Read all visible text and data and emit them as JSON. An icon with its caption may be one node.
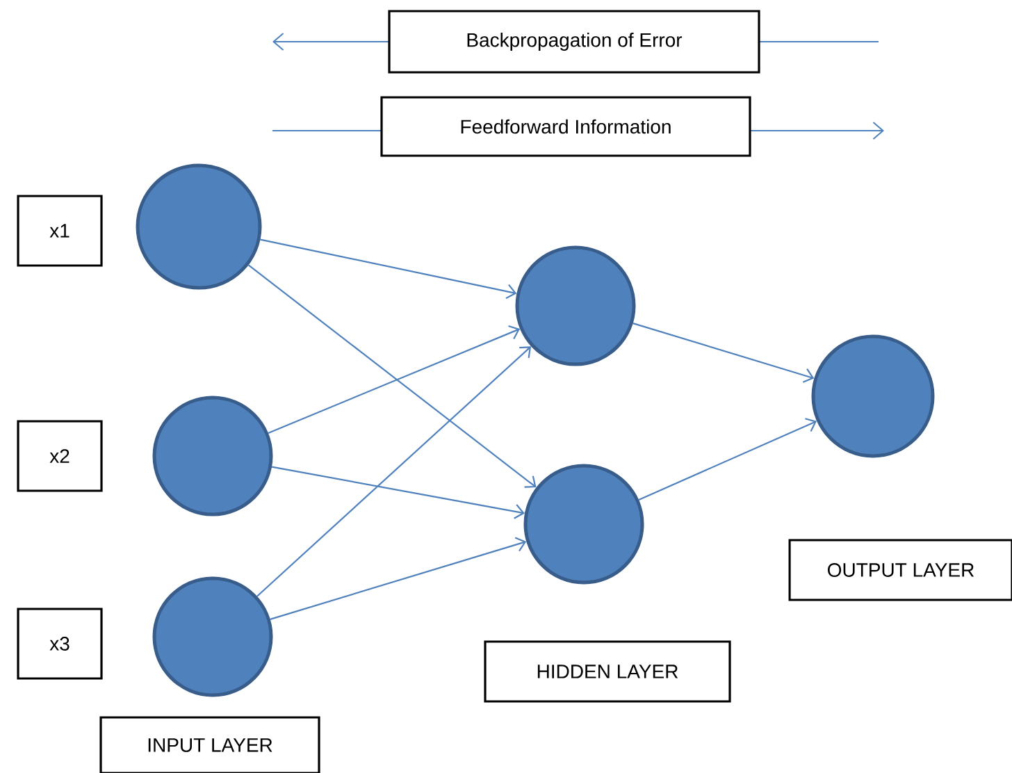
{
  "diagram": {
    "nodes": [
      {
        "text": [
          "Backpropagation of Error"
        ]
      },
      {
        "text": [
          "Feedforward Information"
        ]
      },
      {
        "text": [
          "x1"
        ]
      },
      {
        "text": [
          "x2"
        ]
      },
      {
        "text": [
          "x3"
        ]
      },
      {
        "text": [
          "INPUT LAYER"
        ]
      },
      {
        "text": [
          "HIDDEN LAYER"
        ]
      },
      {
        "text": [
          "OUTPUT LAYER"
        ]
      },
      {
        "text": [],
        "shape": "circle"
      },
      {
        "text": [],
        "shape": "circle"
      },
      {
        "text": [],
        "shape": "circle"
      },
      {
        "text": [],
        "shape": "circle"
      },
      {
        "text": [],
        "shape": "circle"
      },
      {
        "text": [],
        "shape": "circle"
      }
    ],
    "edges": [
      {
        "from": 8,
        "to": 11,
        "arrow": "to"
      },
      {
        "from": 8,
        "to": 12,
        "arrow": "to"
      },
      {
        "from": 9,
        "to": 11,
        "arrow": "to"
      },
      {
        "from": 9,
        "to": 12,
        "arrow": "to"
      },
      {
        "from": 10,
        "to": 11,
        "arrow": "to"
      },
      {
        "from": 10,
        "to": 12,
        "arrow": "to"
      },
      {
        "from": 11,
        "to": 13,
        "arrow": "to"
      },
      {
        "from": 12,
        "to": 13,
        "arrow": "to"
      }
    ]
  }
}
